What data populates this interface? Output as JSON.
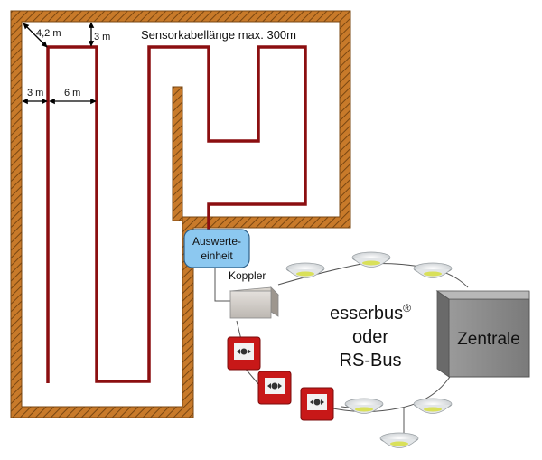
{
  "labels": {
    "sensor_cable": "Sensorkabellänge max. 300m",
    "dim_diag": "4,2 m",
    "dim_top": "3 m",
    "dim_left": "3 m",
    "dim_spacing": "6 m",
    "eval_line1": "Auswerte-",
    "eval_line2": "einheit",
    "coupler": "Koppler",
    "bus_line1": "esserbus",
    "bus_reg": "®",
    "bus_line2": "oder",
    "bus_line3": "RS-Bus",
    "central": "Zentrale"
  },
  "colors": {
    "wall": "#c87a2a",
    "wall_hatch": "#7a4712",
    "sensor_cable": "#8b0e10",
    "eval_unit": "#8cc8f0",
    "callpoint": "#c81818",
    "central": "#8a8a8a"
  },
  "devices": {
    "detectors": [
      "smoke-detector",
      "smoke-detector",
      "smoke-detector",
      "smoke-detector",
      "smoke-detector",
      "smoke-detector"
    ],
    "callpoints": [
      "manual-call-point",
      "manual-call-point",
      "manual-call-point"
    ]
  }
}
